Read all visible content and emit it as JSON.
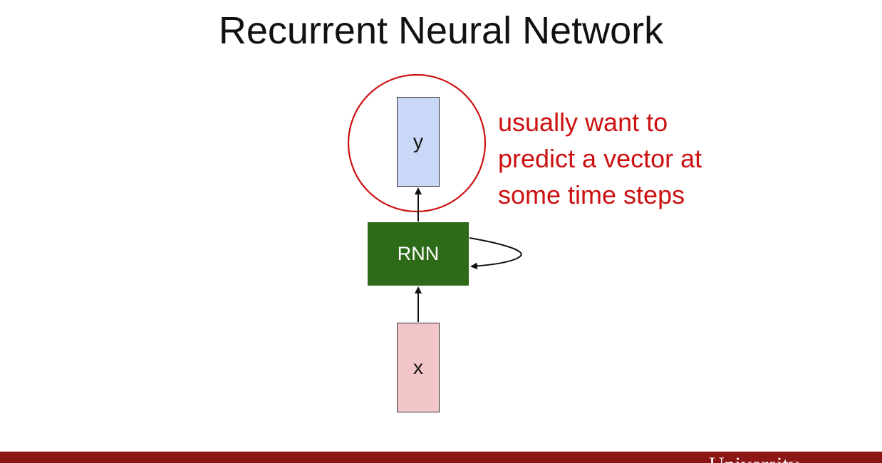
{
  "slide": {
    "title": "Recurrent Neural Network"
  },
  "diagram": {
    "nodes": {
      "output": {
        "label": "y",
        "color": "#c9d8f6"
      },
      "rnn": {
        "label": "RNN",
        "color": "#2e6b19"
      },
      "input": {
        "label": "x",
        "color": "#f2c6c8"
      }
    },
    "highlight_color": "#cc1111"
  },
  "annotation": {
    "lines": [
      "usually want to",
      "predict a vector at",
      "some time steps"
    ]
  },
  "footer": {
    "text": "University",
    "color": "#8c1515"
  }
}
